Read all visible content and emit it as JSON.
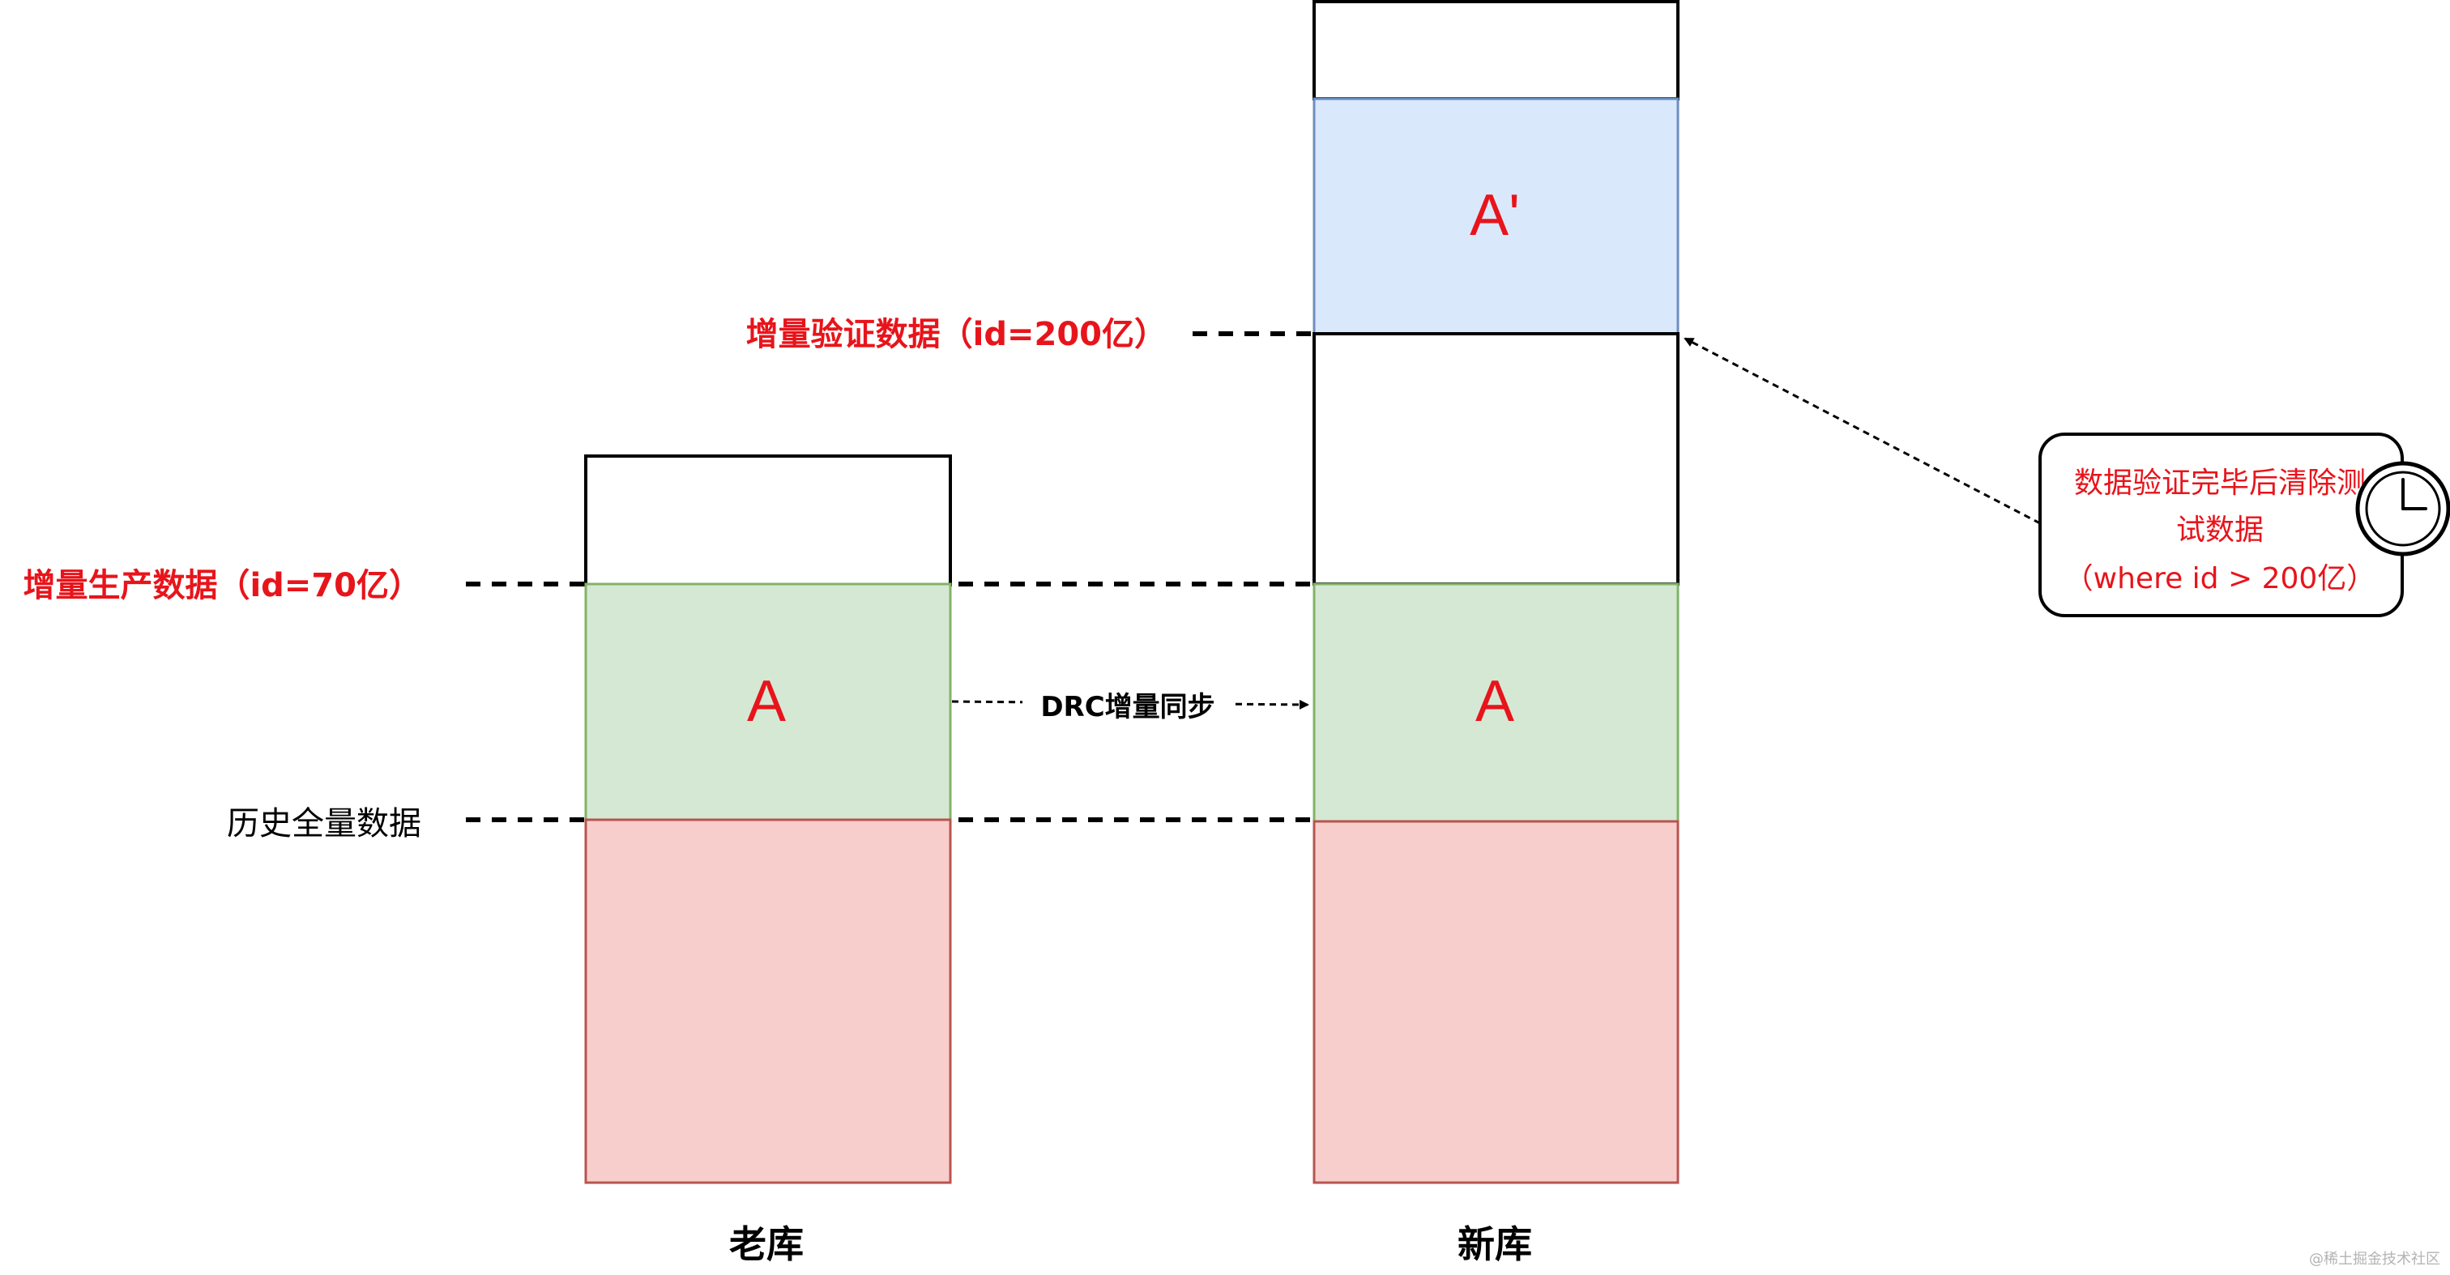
{
  "labels": {
    "verify_incremental": "增量验证数据（id=200亿）",
    "production_incremental": "增量生产数据（id=70亿）",
    "history_full": "历史全量数据"
  },
  "databases": {
    "old_name": "老库",
    "new_name": "新库"
  },
  "blocks": {
    "old_a": "A",
    "new_a": "A",
    "new_a_prime": "A'"
  },
  "sync_arrow": {
    "label": "DRC增量同步"
  },
  "note": {
    "lines": [
      "数据验证完毕后清除测",
      "试数据",
      "（where id > 200亿）"
    ],
    "icon": "clock-icon"
  },
  "watermark": "@稀土掘金技术社区",
  "colors": {
    "red_text": "#e8141b",
    "black": "#000000",
    "green_fill": "#d5e8d4",
    "green_stroke": "#82b366",
    "red_fill": "#f8cecc",
    "red_stroke": "#b85450",
    "blue_fill": "#dae8fc",
    "blue_stroke": "#6c8ebf",
    "watermark": "#b3b3b3"
  }
}
